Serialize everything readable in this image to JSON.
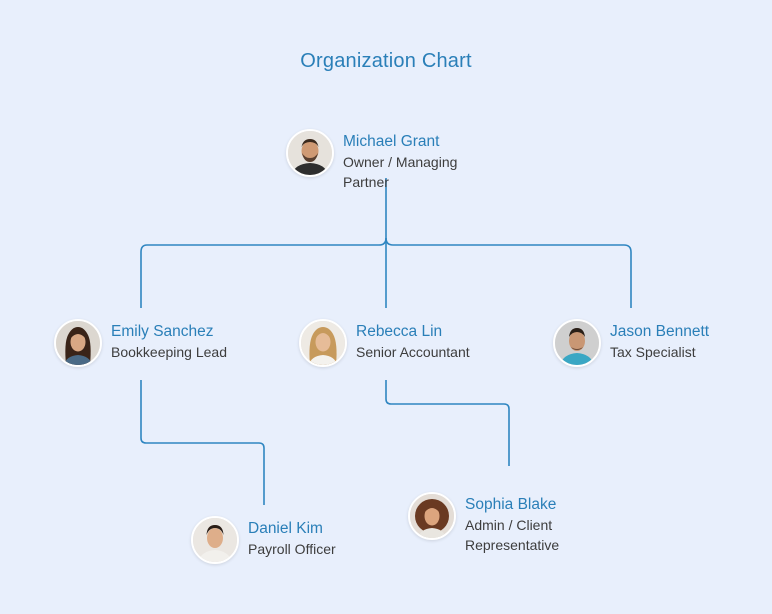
{
  "title": "Organization Chart",
  "colors": {
    "background": "#e8effc",
    "accent": "#2a7fb8",
    "connector": "#2f86c1",
    "role_text": "#3d3d3d"
  },
  "people": {
    "owner": {
      "name": "Michael Grant",
      "role": "Owner / Managing Partner",
      "avatar_icon": "man-beard-avatar-icon"
    },
    "emily": {
      "name": "Emily Sanchez",
      "role": "Bookkeeping Lead",
      "avatar_icon": "woman-avatar-icon"
    },
    "rebecca": {
      "name": "Rebecca Lin",
      "role": "Senior Accountant",
      "avatar_icon": "woman-blonde-avatar-icon"
    },
    "jason": {
      "name": "Jason Bennett",
      "role": "Tax Specialist",
      "avatar_icon": "man-avatar-icon"
    },
    "daniel": {
      "name": "Daniel Kim",
      "role": "Payroll Officer",
      "avatar_icon": "man-avatar-icon"
    },
    "sophia": {
      "name": "Sophia Blake",
      "role": "Admin / Client Representative",
      "avatar_icon": "woman-curly-avatar-icon"
    }
  },
  "reporting_lines": [
    {
      "from": "owner",
      "to": "emily"
    },
    {
      "from": "owner",
      "to": "rebecca"
    },
    {
      "from": "owner",
      "to": "jason"
    },
    {
      "from": "emily",
      "to": "daniel"
    },
    {
      "from": "rebecca",
      "to": "sophia"
    }
  ]
}
